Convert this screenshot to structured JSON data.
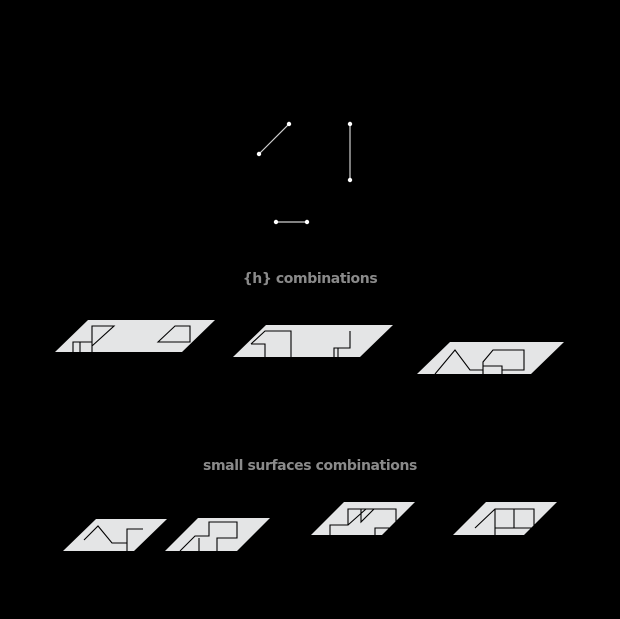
{
  "sections": {
    "h_combinations": {
      "title": "{h} combinations"
    },
    "small_surfaces": {
      "title": "small surfaces combinations"
    }
  },
  "colors": {
    "background": "#000000",
    "surface": "#e4e5e6",
    "glyph_stroke": "#000000",
    "heading_text": "#8a8a8a",
    "segment": "#cfcfcf"
  },
  "elements": {
    "segments": [
      "diagonal-segment",
      "vertical-segment",
      "horizontal-segment"
    ],
    "h_surfaces": 3,
    "small_surfaces": 4
  }
}
